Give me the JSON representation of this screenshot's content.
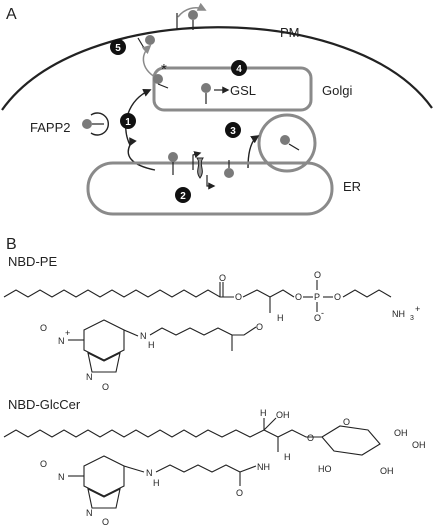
{
  "panel_a": {
    "label": "A",
    "labels": {
      "pm": "PM",
      "golgi": "Golgi",
      "er": "ER",
      "fapp2": "FAPP2",
      "gsl": "GSL",
      "asterisk": "*"
    },
    "steps": [
      "1",
      "2",
      "3",
      "4",
      "5"
    ]
  },
  "panel_b": {
    "label": "B",
    "nbd_pe": {
      "title": "NBD-PE",
      "atoms": {
        "o_minus": "O",
        "n_plus": "N",
        "plus": "+",
        "minus": "-",
        "o_ring": "O",
        "n_ring": "N",
        "nh": "N",
        "h": "H",
        "o1": "O",
        "o2": "O",
        "o3": "O",
        "o4": "O",
        "o5": "O",
        "p": "P",
        "o6": "O",
        "o_minus2": "O",
        "nh3": "NH",
        "three": "3",
        "plus2": "+",
        "h_stereo": "H"
      }
    },
    "nbd_glccer": {
      "title": "NBD-GlcCer",
      "atoms": {
        "h": "H",
        "oh": "OH",
        "o_link": "O",
        "o_ring": "O",
        "oh_a": "OH",
        "oh_b": "OH",
        "oh_c": "OH",
        "ho": "HO",
        "h2": "H",
        "nh": "NH",
        "o_amide": "O",
        "o_minus": "O",
        "n_plus": "N",
        "n_ring": "N",
        "o_ring2": "O",
        "n_ring2": "N",
        "h_n": "H"
      }
    }
  }
}
